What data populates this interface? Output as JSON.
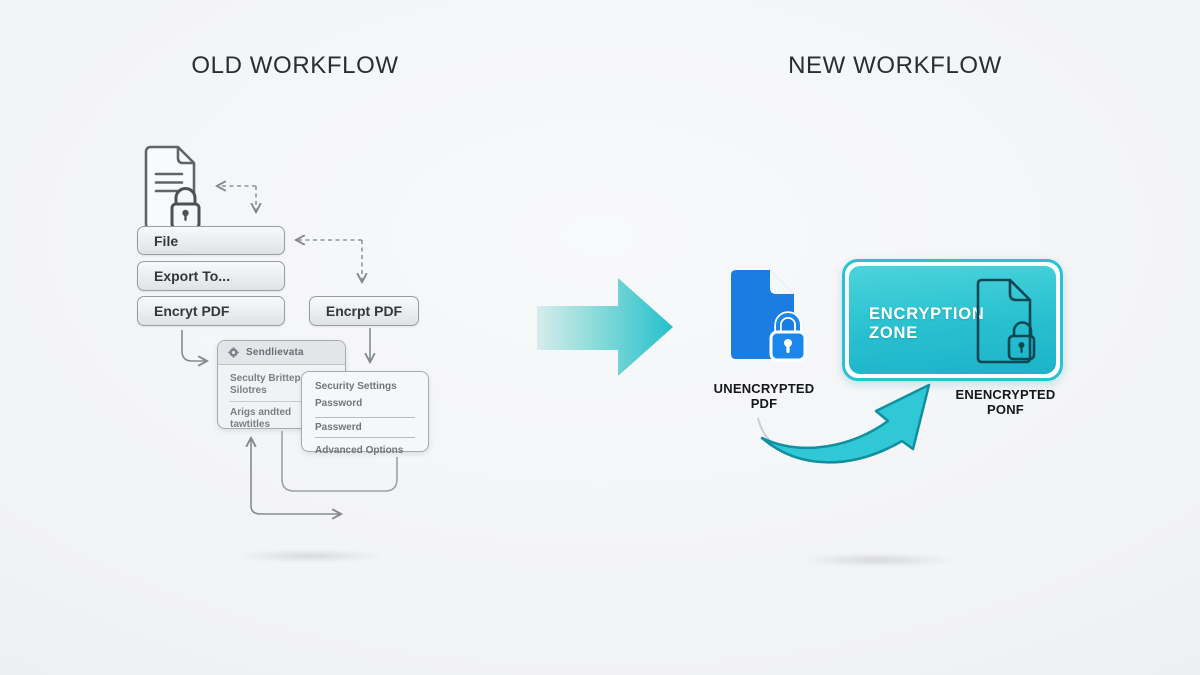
{
  "titles": {
    "old": "OLD WORKFLOW",
    "new": "NEW WORKFLOW"
  },
  "old_workflow": {
    "buttons": {
      "file": "File",
      "export_to": "Export To...",
      "encrypt_left": "Encryt PDF",
      "encrypt_right": "Encrpt PDF"
    },
    "dialog_back": {
      "title": "Sendlievata",
      "row1": "Seculty Brittep",
      "row2": "Silotres",
      "row3": "Arigs andted",
      "row4": "tawtitles"
    },
    "dialog_front": {
      "row1": "Security Settings",
      "row2": "Password",
      "row3": "Passwerd",
      "row4": "Advanced Options"
    }
  },
  "new_workflow": {
    "unencrypted_label": {
      "line1": "UNENCRYPTED",
      "line2": "PDF"
    },
    "zone_label": {
      "line1": "ENCRYPTION",
      "line2": "ZONE"
    },
    "encrypted_label": {
      "line1": "ENENCRYPTED",
      "line2": "PONF"
    }
  },
  "colors": {
    "accent_teal": "#29c2d1",
    "accent_teal_dark": "#0f8fa0",
    "pdf_blue": "#1b7ce2",
    "connector_gray": "#868b90"
  }
}
